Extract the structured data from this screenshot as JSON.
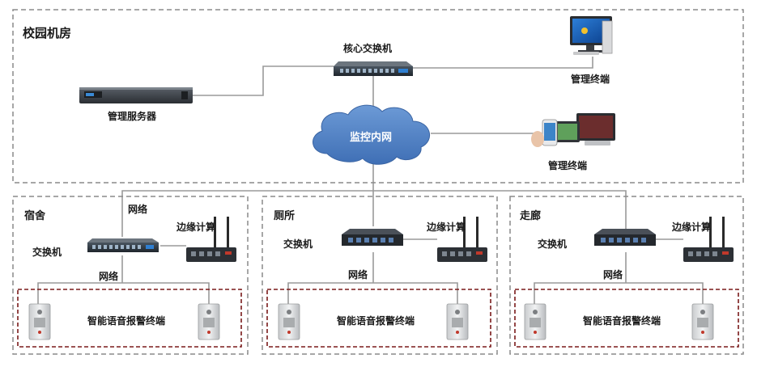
{
  "campus": {
    "title": "校园机房",
    "core_switch": "核心交换机",
    "server": "管理服务器",
    "network_cloud": "监控内网",
    "terminal_pc": "管理终端",
    "terminal_mobile": "管理终端"
  },
  "zones": [
    {
      "name": "宿舍",
      "switch": "交换机",
      "edge": "边缘计算",
      "net_top": "网络",
      "net_bottom": "网络",
      "terminal": "智能语音报警终端"
    },
    {
      "name": "厕所",
      "switch": "交换机",
      "edge": "边缘计算",
      "net_bottom": "网络",
      "terminal": "智能语音报警终端"
    },
    {
      "name": "走廊",
      "switch": "交换机",
      "edge": "边缘计算",
      "net_bottom": "网络",
      "terminal": "智能语音报警终端"
    }
  ],
  "colors": {
    "dashed_border": "#8a8a8a",
    "terminal_border": "#7a1a1a",
    "cloud": "#4d7fc4",
    "link": "#9a9a9a"
  }
}
